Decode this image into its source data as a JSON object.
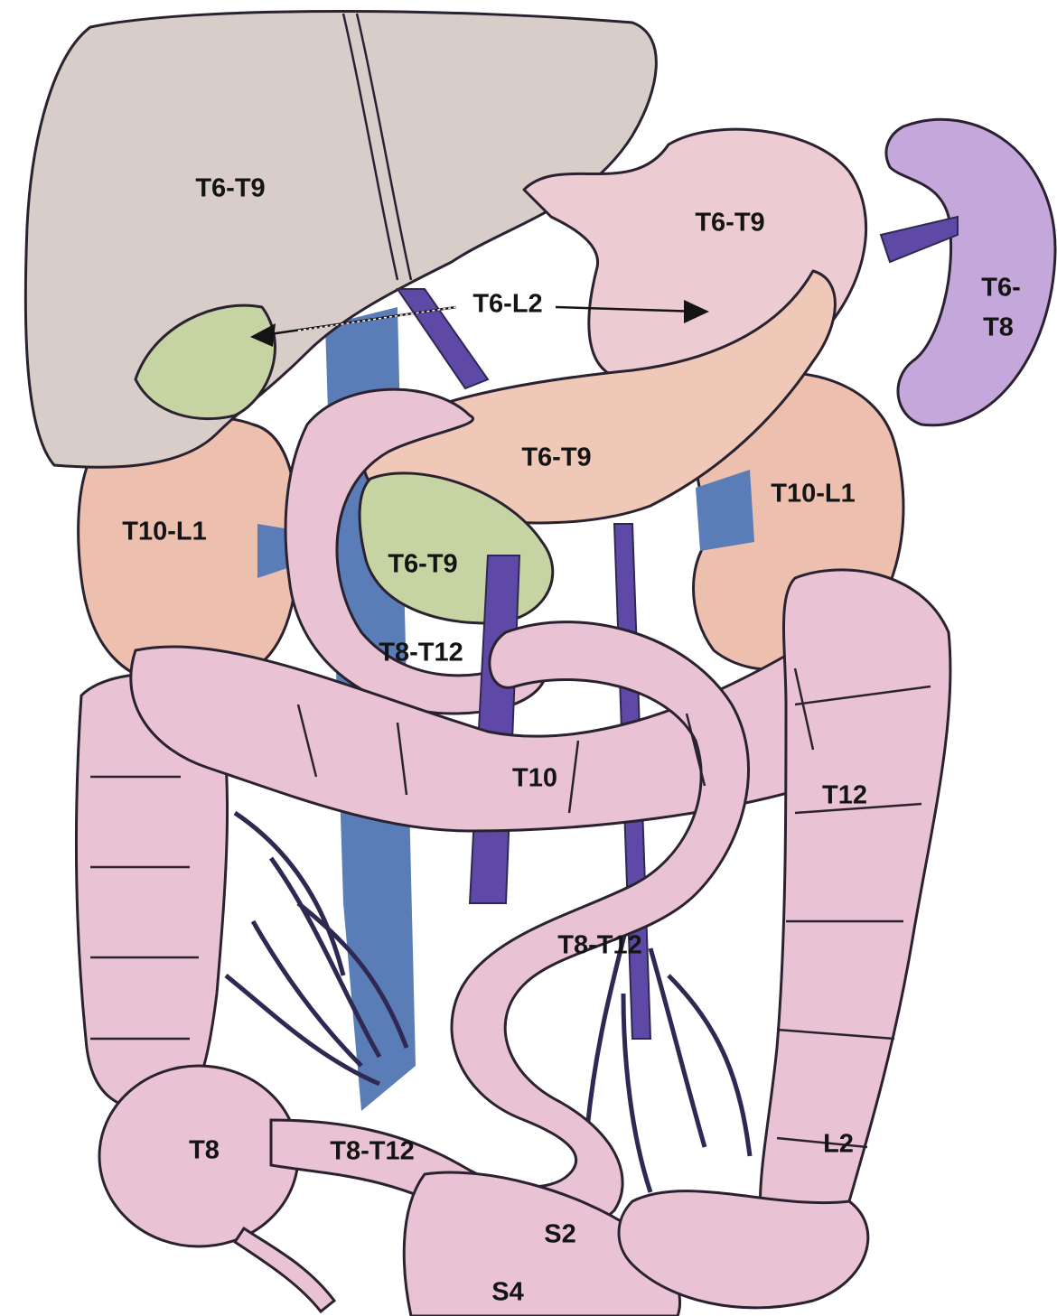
{
  "colors": {
    "liver": "#d9cdca",
    "stomach": "#eccbd3",
    "spleen": "#c5a8db",
    "kidney": "#edbfae",
    "pancreas": "#efc8b8",
    "gallbladder": "#c6d3a2",
    "bowel": "#e9c3d3",
    "vein": "#5a7db8",
    "artery": "#5e4aa6",
    "outline": "#2a2230"
  },
  "labels": {
    "liver": "T6-T9",
    "stomach": "T6-T9",
    "spleen_top": "T6-",
    "spleen_bottom": "T8",
    "gallbladder_pancreas_arrow": "T6-L2",
    "pancreas": "T6-T9",
    "kidney_left": "T10-L1",
    "kidney_right": "T10-L1",
    "duodenum": "T6-T9",
    "small_intestine_upper": "T8-T12",
    "transverse_colon": "T10",
    "descending_colon": "T12",
    "jejunum": "T8-T12",
    "cecum": "T8",
    "terminal_ileum": "T8-T12",
    "sigmoid_colon": "L2",
    "rectum_upper": "S2",
    "rectum_lower": "S4"
  }
}
